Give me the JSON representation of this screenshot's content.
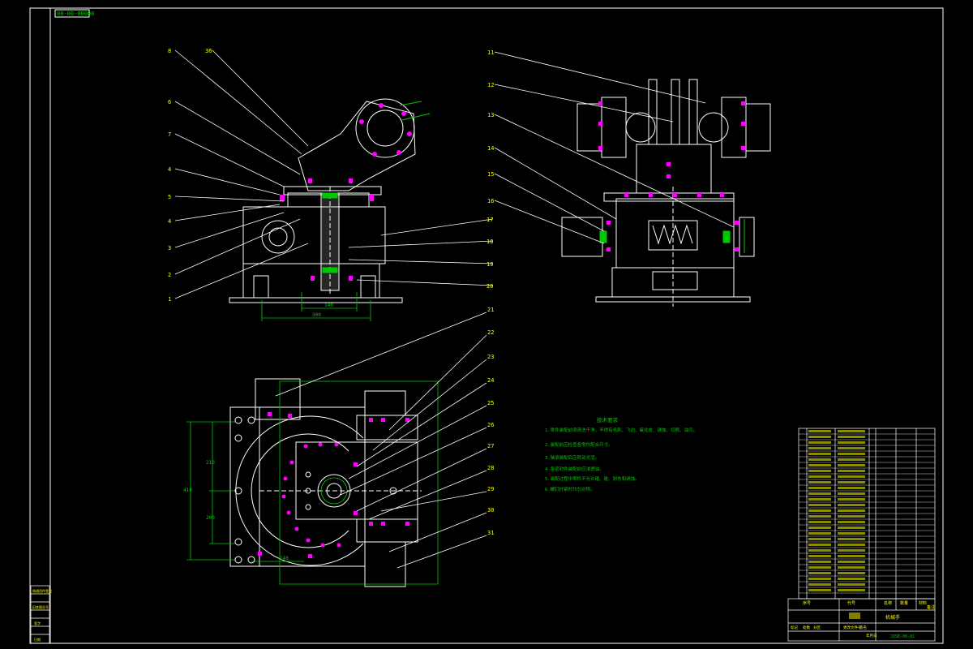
{
  "tabs": {
    "corner_tag": "00-00-00000"
  },
  "views": {
    "front_left_callouts": [
      "8",
      "36",
      "6",
      "7",
      "4",
      "5",
      "4",
      "3",
      "2",
      "1"
    ],
    "front_right_callouts": [
      "17",
      "18",
      "19",
      "20"
    ],
    "front_dims": {
      "inner": "140",
      "outer": "300"
    },
    "side_top_callouts": [
      "11",
      "12",
      "13",
      "14",
      "15",
      "16"
    ],
    "plan_callouts": [
      "21",
      "22",
      "23",
      "24",
      "25",
      "26",
      "27",
      "28",
      "29",
      "30",
      "31"
    ],
    "plan_dims": {
      "vert_total": "410",
      "vert_a": "210",
      "vert_b": "200",
      "bottom": "140"
    }
  },
  "notes": {
    "title": "技术要求",
    "lines": [
      "1.零件装配前须清洗干净，不得有毛刺、飞边、氧化皮、锈蚀、切屑、油污。",
      "2.装配前应检查各零件配合尺寸。",
      "3.轴承装配后应转动灵活。",
      "4.各密封件装配前应浸透油。",
      "5.装配过程中零件不允许磕、碰、划伤和锈蚀。",
      "6.螺钉拧紧时均匀对称。"
    ]
  },
  "title_block": {
    "project": "机械手",
    "doc_number": "JXSB-00-01",
    "left_stamp": [
      "借通用件登记",
      "旧底图总号",
      "签字",
      "日期"
    ],
    "bottom_labels": [
      "标记",
      "处数",
      "分区",
      "更改文件号",
      "签名",
      "年月日"
    ],
    "header_labels": [
      "序号",
      "代号",
      "名称",
      "数量",
      "材料",
      "备注"
    ]
  },
  "colors": {
    "line": "#ffffff",
    "dim": "#00c800",
    "accent": "#ff00ff",
    "text": "#ffff00"
  }
}
